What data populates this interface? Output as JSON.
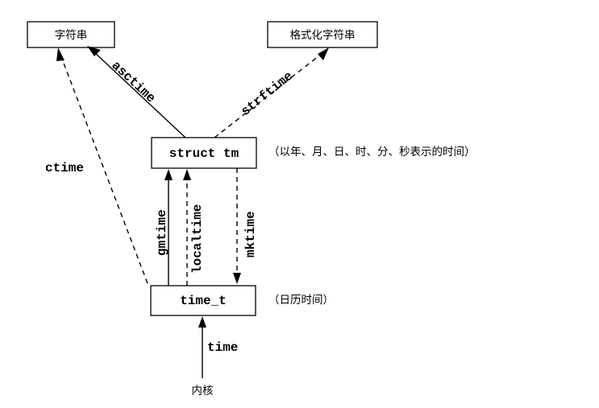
{
  "boxes": {
    "string": "字符串",
    "formatted_string": "格式化字符串",
    "struct_tm": "struct tm",
    "time_t": "time_t"
  },
  "notes": {
    "struct_tm": "（以年、月、日、时、分、秒表示的时间）",
    "time_t": "（日历时间）"
  },
  "functions": {
    "asctime": "asctime",
    "strftime": "strftime",
    "ctime": "ctime",
    "gmtime": "gmtime",
    "localtime": "localtime",
    "mktime": "mktime",
    "time": "time"
  },
  "kernel": "内核",
  "line_styles": {
    "solid": [
      "asctime",
      "gmtime",
      "time"
    ],
    "dashed": [
      "strftime",
      "ctime",
      "localtime",
      "mktime"
    ]
  }
}
